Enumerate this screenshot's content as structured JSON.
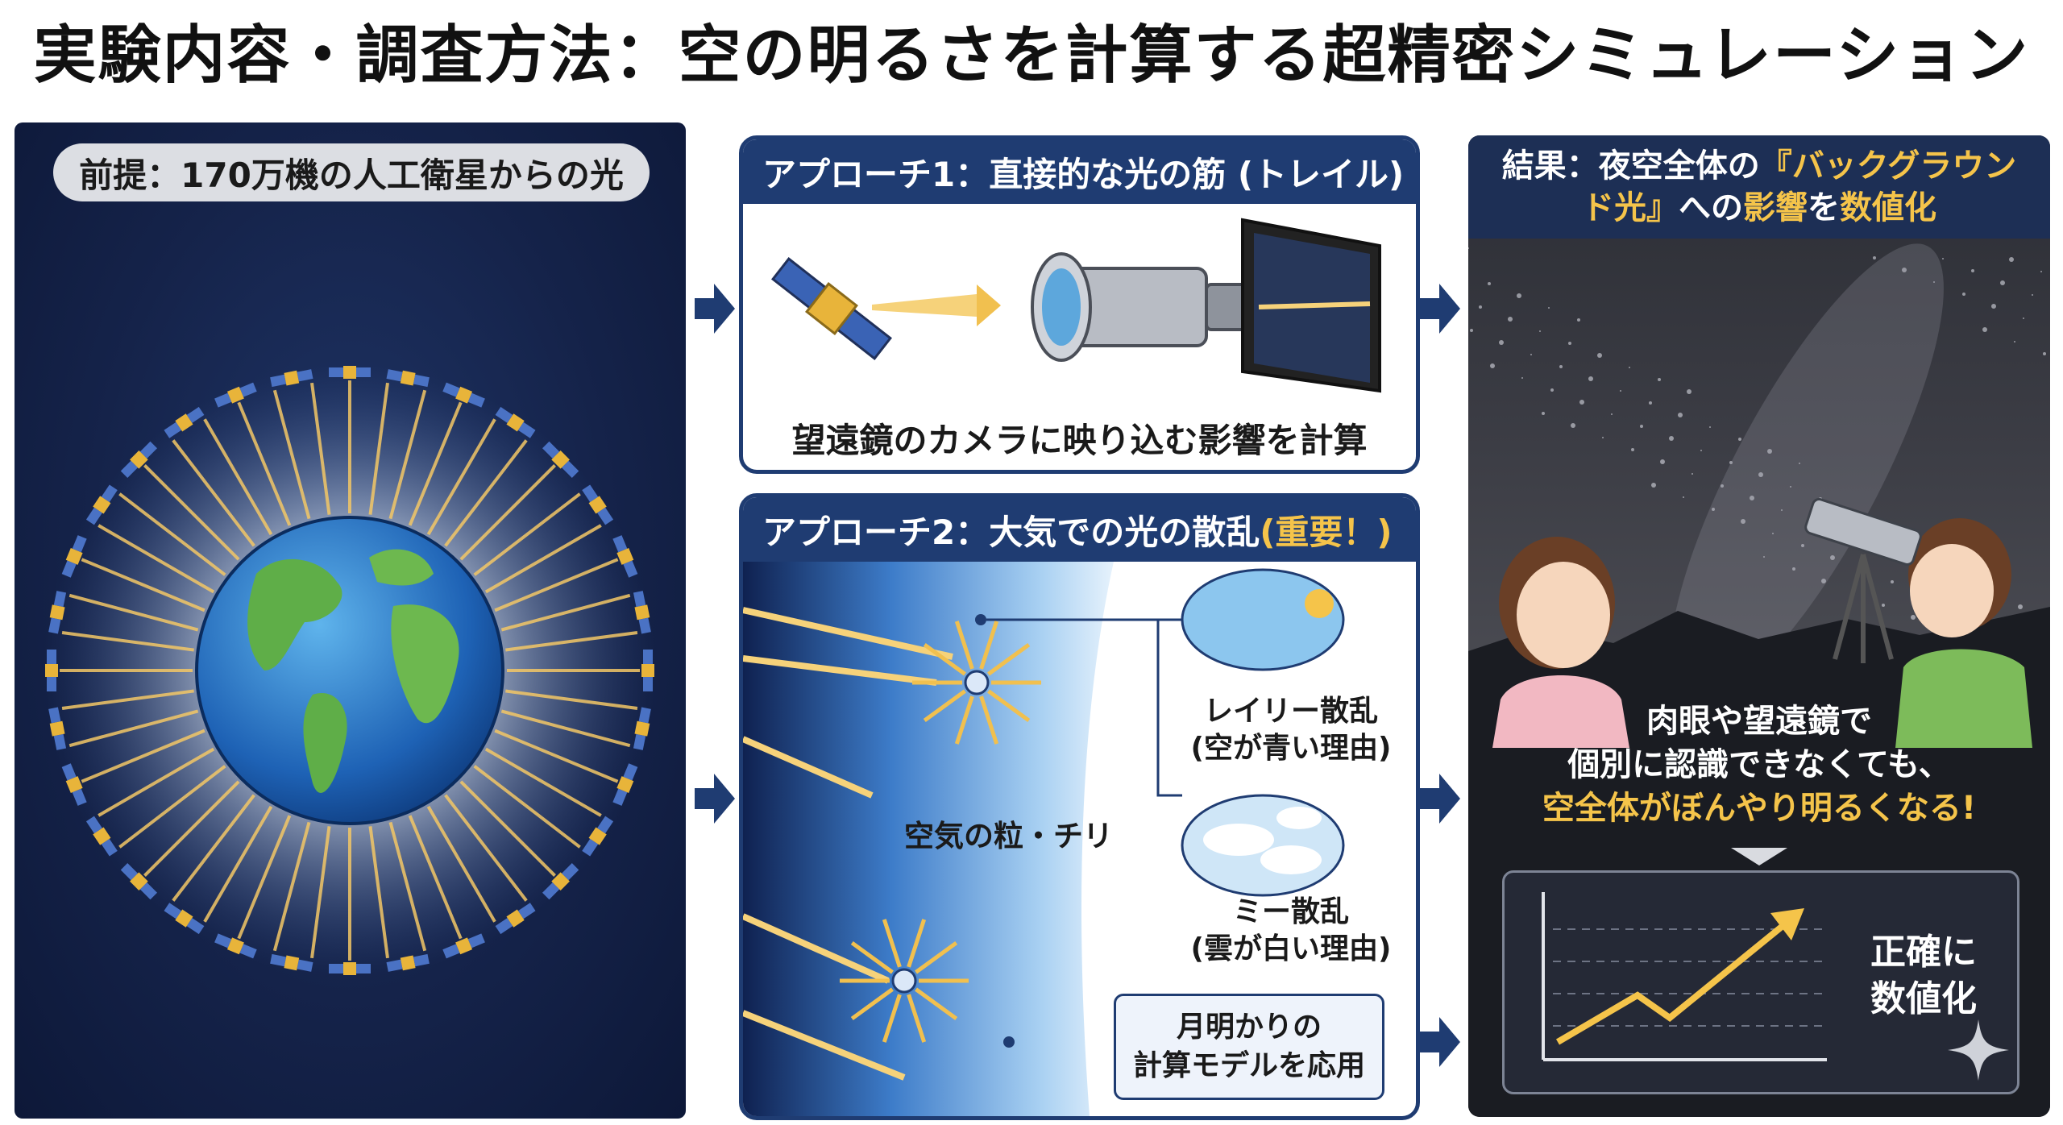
{
  "title": "実験内容・調査方法：空の明るさを計算する超精密シミュレーション",
  "left_panel": {
    "premise": "前提：170万機の人工衛星からの光"
  },
  "approach1": {
    "title": "アプローチ1：直接的な光の筋 (トレイル)",
    "caption": "望遠鏡のカメラに映り込む影響を計算"
  },
  "approach2": {
    "title_main": "アプローチ2：大気での光の散乱 ",
    "title_emph": "(重要！)",
    "particles_label": "空気の粒・チリ",
    "rayleigh_line1": "レイリー散乱",
    "rayleigh_line2": "(空が青い理由)",
    "mie_line1": "ミー散乱",
    "mie_line2": "(雲が白い理由)",
    "moon_line1": "月明かりの",
    "moon_line2": "計算モデルを応用"
  },
  "result": {
    "title_pre": "結果：夜空全体の",
    "title_hl1": "『バックグラウンド光』",
    "title_mid": "への",
    "title_hl2": "影響",
    "title_mid2": "を",
    "title_hl3": "数値化",
    "line1": "肉眼や望遠鏡で",
    "line2": "個別に認識できなくても、",
    "line3": "空全体がぼんやり明るくなる!",
    "chart_line1": "正確に",
    "chart_line2": "数値化"
  },
  "colors": {
    "navy": "#1f3c72",
    "highlight": "#f5c44a",
    "panel_dark": "#15234a"
  }
}
